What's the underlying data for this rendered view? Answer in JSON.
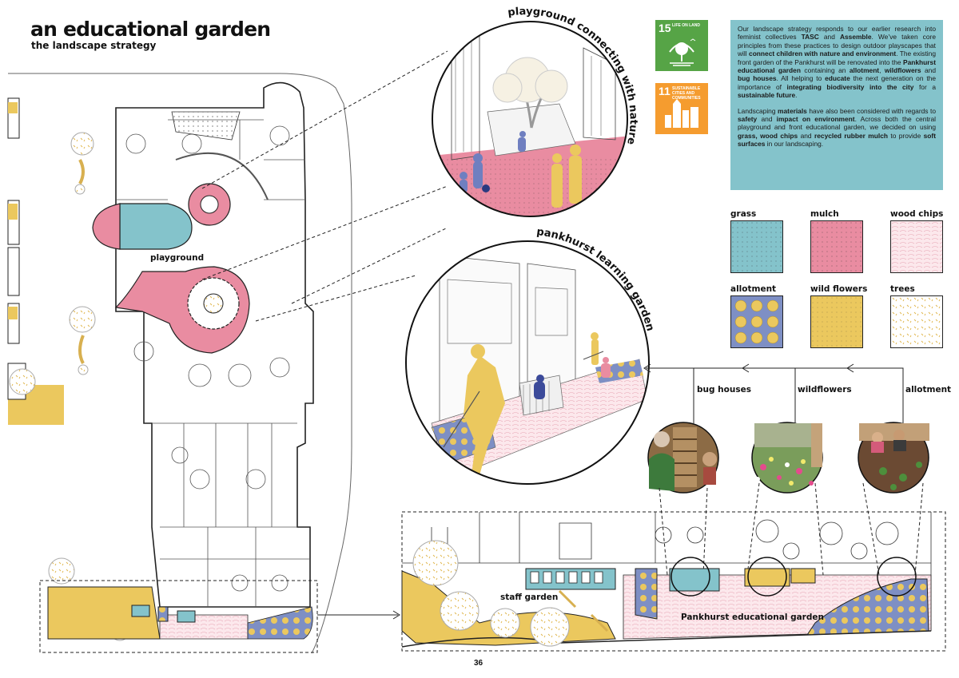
{
  "header": {
    "title": "an educational garden",
    "subtitle": "the landscape strategy"
  },
  "circles": {
    "playground_title": "playground connecting with nature",
    "learning_title": "pankhurst learning garden"
  },
  "sdg": [
    {
      "number": "15",
      "label": "LIFE ON LAND",
      "color": "#56a446"
    },
    {
      "number": "11",
      "label": "SUSTAINABLE CITIES AND COMMUNITIES",
      "color": "#f59c2f"
    }
  ],
  "info": {
    "paragraph1": [
      {
        "t": "Our landscape strategy responds to our earlier research into feminist collectives "
      },
      {
        "t": "TASC",
        "b": true
      },
      {
        "t": " and "
      },
      {
        "t": "Assemble",
        "b": true
      },
      {
        "t": ". We’ve taken core principles from these practices to design outdoor playscapes that will "
      },
      {
        "t": "connect children with nature and environment",
        "b": true
      },
      {
        "t": ". The existing front garden of the Pankhurst will be renovated into the "
      },
      {
        "t": "Pankhurst educational garden",
        "b": true
      },
      {
        "t": " containing an "
      },
      {
        "t": "allotment",
        "b": true
      },
      {
        "t": ", "
      },
      {
        "t": "wildflowers",
        "b": true
      },
      {
        "t": " and "
      },
      {
        "t": "bug houses",
        "b": true
      },
      {
        "t": ". All helping to "
      },
      {
        "t": "educate",
        "b": true
      },
      {
        "t": " the next generation on the importance of "
      },
      {
        "t": "integrating biodiversity into the city",
        "b": true
      },
      {
        "t": " for a "
      },
      {
        "t": "sustainable future",
        "b": true
      },
      {
        "t": "."
      }
    ],
    "paragraph2": [
      {
        "t": "Landscaping "
      },
      {
        "t": "materials",
        "b": true
      },
      {
        "t": " have also been considered with regards to "
      },
      {
        "t": "safety",
        "b": true
      },
      {
        "t": " and "
      },
      {
        "t": "impact on environment",
        "b": true
      },
      {
        "t": ". Across both the central playground and front educational garden, we decided on using "
      },
      {
        "t": "grass, wood chips",
        "b": true
      },
      {
        "t": " and "
      },
      {
        "t": "recycled rubber mulch",
        "b": true
      },
      {
        "t": " to provide "
      },
      {
        "t": "soft surfaces",
        "b": true
      },
      {
        "t": " in our landscaping."
      }
    ]
  },
  "materials": [
    {
      "label": "grass",
      "color": "#84c3cb"
    },
    {
      "label": "mulch",
      "color": "#e98ca1"
    },
    {
      "label": "wood chips",
      "color": "#fce8ec"
    },
    {
      "label": "allotment",
      "color": "#7e8fc4"
    },
    {
      "label": "wild flowers",
      "color": "#ebc85e"
    },
    {
      "label": "trees",
      "color": "#ffffff"
    }
  ],
  "photos": [
    {
      "label": "bug houses"
    },
    {
      "label": "wildflowers"
    },
    {
      "label": "allotment"
    }
  ],
  "plan": {
    "playground_label": "playground",
    "staff_garden_label": "staff garden",
    "educational_garden_label": "Pankhurst educational garden"
  },
  "page_number": "36"
}
